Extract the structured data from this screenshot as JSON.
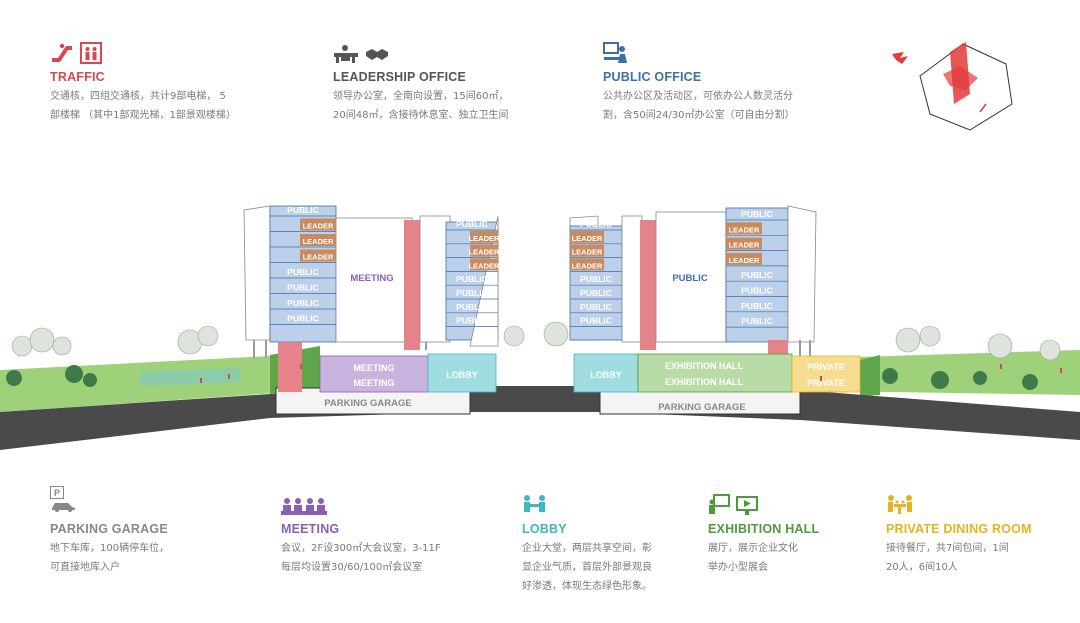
{
  "colors": {
    "traffic": "#d9474f",
    "leadership": "#555555",
    "public": "#3d6fad",
    "parking": "#888888",
    "meeting": "#8a5fb3",
    "lobby": "#3fb7bf",
    "exhibition": "#4f9a3c",
    "private": "#e8b31e",
    "ground": "#4a4a4a"
  },
  "top_legend": [
    {
      "key": "traffic",
      "icons": [
        "escalator-icon",
        "elevator-icon"
      ],
      "title": "TRAFFIC",
      "desc": [
        "交通核，四组交通核，共计9部电梯， 5",
        "部楼梯 （其中1部观光梯，1部景观楼梯）"
      ]
    },
    {
      "key": "leadership",
      "icons": [
        "desk-icon",
        "handshake-icon"
      ],
      "title": "LEADERSHIP OFFICE",
      "desc": [
        "领导办公室，全南向设置，15间60㎡，",
        "20间48㎡，含接待休息室、独立卫生间"
      ]
    },
    {
      "key": "public",
      "icons": [
        "office-worker-icon"
      ],
      "title": "PUBLIC OFFICE",
      "desc": [
        "公共办公区及活动区，可依办公人数灵活分",
        "割，含50间24/30㎡办公室（可自由分割）"
      ]
    }
  ],
  "bottom_legend": [
    {
      "key": "parking",
      "icons": [
        "parking-icon",
        "car-icon"
      ],
      "title": "PARKING GARAGE",
      "desc": [
        "地下车库，100辆停车位，",
        "可直接地库入户"
      ]
    },
    {
      "key": "meeting",
      "icons": [
        "meeting-people-icon"
      ],
      "title": "MEETING",
      "desc": [
        "会议，2F设300㎡大会议室，3-11F",
        "每层均设置30/60/100㎡会议室"
      ]
    },
    {
      "key": "lobby",
      "icons": [
        "reception-icon"
      ],
      "title": "LOBBY",
      "desc": [
        "企业大堂，两层共享空间，彰",
        "显企业气质，首层外部景观良",
        "好渗透，体现生态绿色形象。"
      ]
    },
    {
      "key": "exhibition",
      "icons": [
        "presentation-icon",
        "screen-icon"
      ],
      "title": "EXHIBITION HALL",
      "desc": [
        "展厅，展示企业文化",
        "举办小型展会"
      ]
    },
    {
      "key": "private",
      "icons": [
        "dining-icon"
      ],
      "title": "PRIVATE DINING ROOM",
      "desc": [
        "接待餐厅，共7间包间，1间",
        "20人，6间10人"
      ]
    }
  ],
  "diagram": {
    "left": {
      "tower_a": [
        "PUBLIC",
        "LEADER",
        "LEADER",
        "LEADER",
        "PUBLIC",
        "PUBLIC",
        "PUBLIC",
        "PUBLIC"
      ],
      "tower_b": [
        "PUBLIC",
        "LEADER",
        "LEADER",
        "LEADER",
        "PUBLIC",
        "PUBLIC",
        "PUBLIC",
        "PUBLIC"
      ],
      "mid_label": "MEETING",
      "podium": [
        "MEETING",
        "MEETING"
      ],
      "lobby": "LOBBY",
      "garage": "PARKING GARAGE"
    },
    "right": {
      "tower_a": [
        "PUBLIC",
        "LEADER",
        "LEADER",
        "LEADER",
        "PUBLIC",
        "PUBLIC",
        "PUBLIC",
        "PUBLIC"
      ],
      "tower_b": [
        "PUBLIC",
        "LEADER",
        "LEADER",
        "LEADER",
        "PUBLIC",
        "PUBLIC",
        "PUBLIC",
        "PUBLIC"
      ],
      "mid_label": "PUBLIC",
      "lobby": "LOBBY",
      "exhibition": [
        "EXHIBITION HALL",
        "EXHIBITION HALL"
      ],
      "private": [
        "PRIVATE",
        "PRIVATE"
      ],
      "garage": "PARKING GARAGE"
    }
  }
}
